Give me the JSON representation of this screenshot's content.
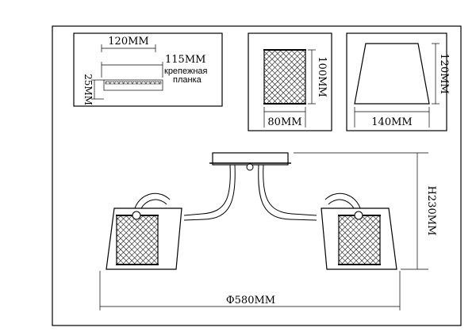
{
  "dimensions": {
    "bar_length": "120ММ",
    "bar_overall": "115ММ",
    "bar_height": "25ММ",
    "mount_label_line1": "крепежная",
    "mount_label_line2": "планка",
    "cage_height": "100ММ",
    "cage_width": "80ММ",
    "shade_height": "120ММ",
    "shade_width": "140ММ",
    "total_height": "H230ММ",
    "total_diameter": "Ф580ММ"
  }
}
